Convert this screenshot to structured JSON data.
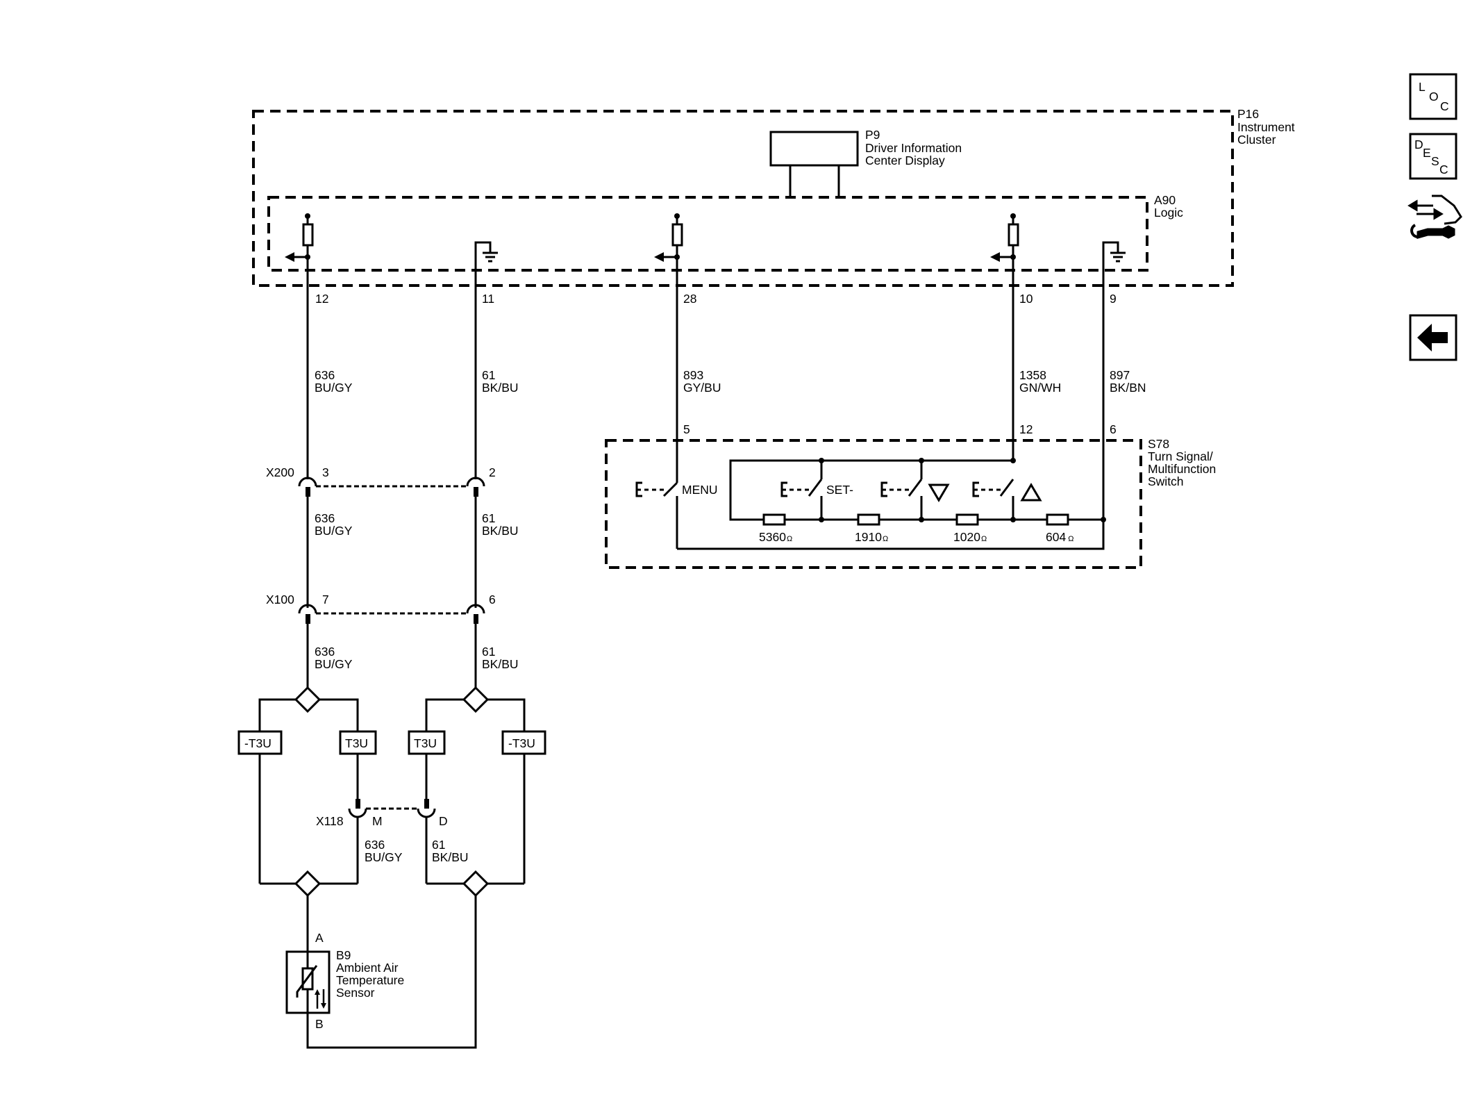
{
  "instrument_cluster": {
    "ref": "P16",
    "name_line1": "Instrument",
    "name_line2": "Cluster"
  },
  "dic_display": {
    "ref": "P9",
    "name_line1": "Driver Information",
    "name_line2": "Center Display"
  },
  "logic": {
    "ref": "A90",
    "name": "Logic"
  },
  "cluster_pins": [
    "12",
    "11",
    "28",
    "10",
    "9"
  ],
  "upper_wires": [
    {
      "circuit": "636",
      "color": "BU/GY"
    },
    {
      "circuit": "61",
      "color": "BK/BU"
    },
    {
      "circuit": "893",
      "color": "GY/BU"
    },
    {
      "circuit": "1358",
      "color": "GN/WH"
    },
    {
      "circuit": "897",
      "color": "BK/BN"
    }
  ],
  "switch": {
    "ref": "S78",
    "name_line1": "Turn Signal/",
    "name_line2": "Multifunction",
    "name_line3": "Switch",
    "pins": [
      "5",
      "12",
      "6"
    ],
    "menu_label": "MENU",
    "set_label": "SET-",
    "resistors": [
      "5360",
      "1910",
      "1020",
      "604"
    ],
    "ohm_symbol": "Ω"
  },
  "x200": {
    "ref": "X200",
    "pin_left": "3",
    "pin_right": "2"
  },
  "mid_wires": [
    {
      "circuit": "636",
      "color": "BU/GY"
    },
    {
      "circuit": "61",
      "color": "BK/BU"
    }
  ],
  "x100": {
    "ref": "X100",
    "pin_left": "7",
    "pin_right": "6"
  },
  "low_wires": [
    {
      "circuit": "636",
      "color": "BU/GY"
    },
    {
      "circuit": "61",
      "color": "BK/BU"
    }
  ],
  "options": {
    "minus_t3u": "-T3U",
    "t3u": "T3U"
  },
  "x118": {
    "ref": "X118",
    "pin_left": "M",
    "pin_right": "D"
  },
  "x118_wires": [
    {
      "circuit": "636",
      "color": "BU/GY"
    },
    {
      "circuit": "61",
      "color": "BK/BU"
    }
  ],
  "sensor": {
    "ref": "B9",
    "name_line1": "Ambient Air",
    "name_line2": "Temperature",
    "name_line3": "Sensor",
    "pin_a": "A",
    "pin_b": "B"
  },
  "nav": {
    "loc": {
      "l1": "L",
      "l2": "O",
      "l3": "C"
    },
    "desc": {
      "l1": "D",
      "l2": "E",
      "l3": "S",
      "l4": "C"
    },
    "icons": [
      "location-icon",
      "description-icon",
      "connector-repair-icon",
      "back-arrow-icon"
    ]
  }
}
